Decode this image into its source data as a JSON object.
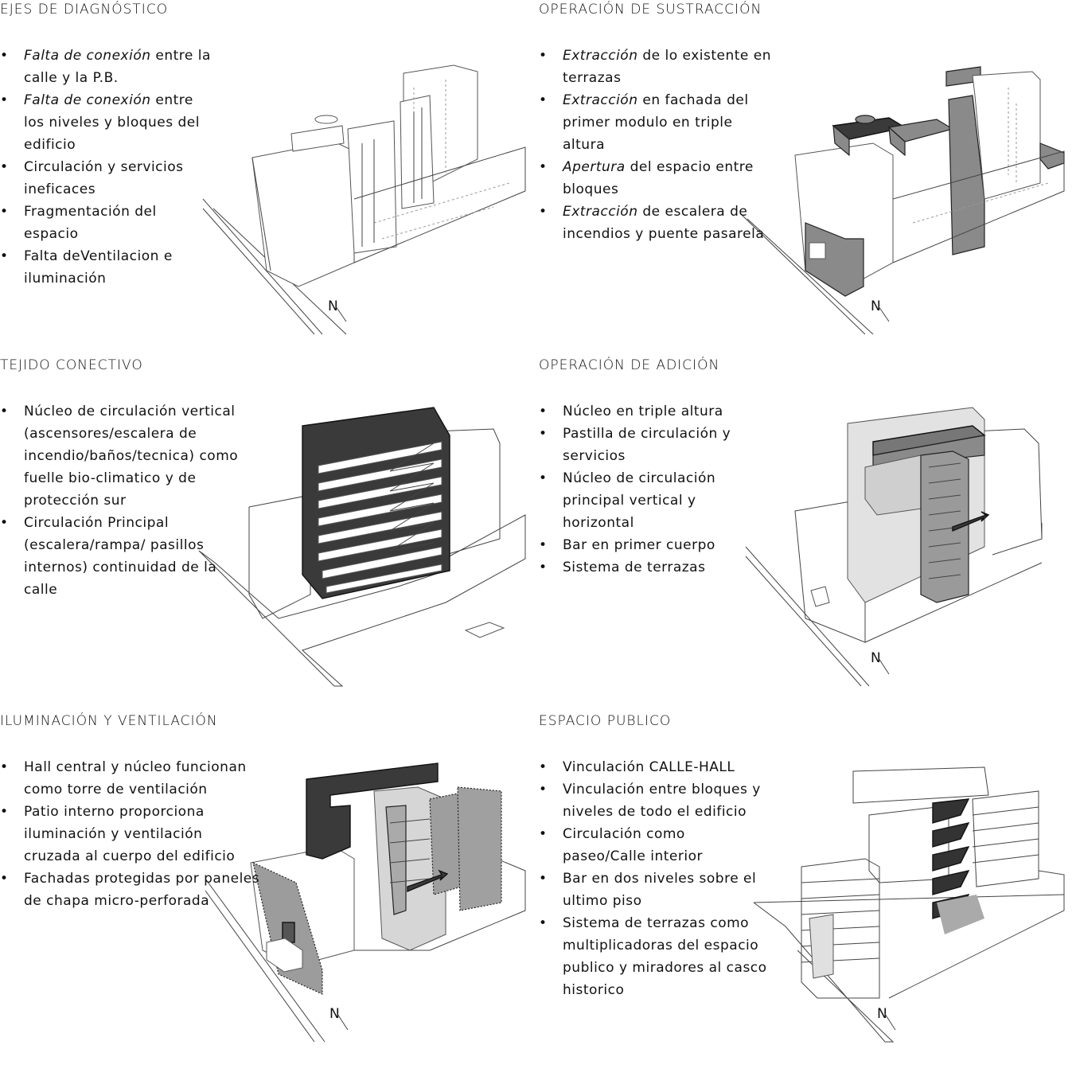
{
  "panels": [
    {
      "title": "EJES DE DIAGNÓSTICO",
      "items": [
        {
          "em": "Falta de conexión",
          "text": " entre la calle y la P.B."
        },
        {
          "em": "Falta de conexión",
          "text": " entre los niveles y bloques del edificio"
        },
        {
          "em": "",
          "text": "Circulación y servicios ineficaces"
        },
        {
          "em": "",
          "text": "Fragmentación del espacio"
        },
        {
          "em": "",
          "text": "Falta deVentilacion e iluminación"
        }
      ],
      "north_label": "N"
    },
    {
      "title": "OPERACIÓN DE SUSTRACCIÓN",
      "items": [
        {
          "em": "Extracción",
          "text": " de lo existente en terrazas"
        },
        {
          "em": "Extracción",
          "text": " en fachada del primer modulo en triple altura"
        },
        {
          "em": "Apertura",
          "text": " del espacio entre bloques"
        },
        {
          "em": "Extracción",
          "text": "  de escalera de incendios y puente pasarela"
        }
      ],
      "north_label": "N"
    },
    {
      "title": "TEJIDO CONECTIVO",
      "items": [
        {
          "em": "",
          "text": "Núcleo de circulación vertical (ascensores/escalera de incendio/baños/tecnica) como fuelle bio-climatico y de protección sur"
        },
        {
          "em": "",
          "text": "Circulación Principal (escalera/rampa/ pasillos internos)  continuidad de la calle"
        }
      ],
      "north_label": ""
    },
    {
      "title": "OPERACIÓN DE ADICIÓN",
      "items": [
        {
          "em": "",
          "text": "Núcleo en triple altura"
        },
        {
          "em": "",
          "text": "Pastilla de circulación y servicios"
        },
        {
          "em": "",
          "text": "Núcleo de circulación principal vertical y horizontal"
        },
        {
          "em": "",
          "text": "Bar en primer cuerpo"
        },
        {
          "em": "",
          "text": "Sistema de terrazas"
        }
      ],
      "north_label": "N"
    },
    {
      "title": "ILUMINACIÓN Y VENTILACIÓN",
      "items": [
        {
          "em": "",
          "text": "Hall central y núcleo funcionan como torre de ventilación"
        },
        {
          "em": "",
          "text": "Patio interno proporciona iluminación y ventilación cruzada al cuerpo del edificio"
        },
        {
          "em": "",
          "text": "Fachadas protegidas por paneles de chapa micro-perforada"
        }
      ],
      "north_label": "N"
    },
    {
      "title": "ESPACIO PUBLICO",
      "items": [
        {
          "em": "",
          "text": "Vinculación CALLE-HALL"
        },
        {
          "em": "",
          "text": "Vinculación entre bloques y niveles de todo el edificio"
        },
        {
          "em": "",
          "text": "Circulación como paseo/Calle interior"
        },
        {
          "em": "",
          "text": "Bar en dos niveles sobre el ultimo piso"
        },
        {
          "em": "",
          "text": "Sistema de terrazas como multiplicadoras del espacio publico y miradores al casco historico"
        }
      ],
      "north_label": "N"
    }
  ]
}
